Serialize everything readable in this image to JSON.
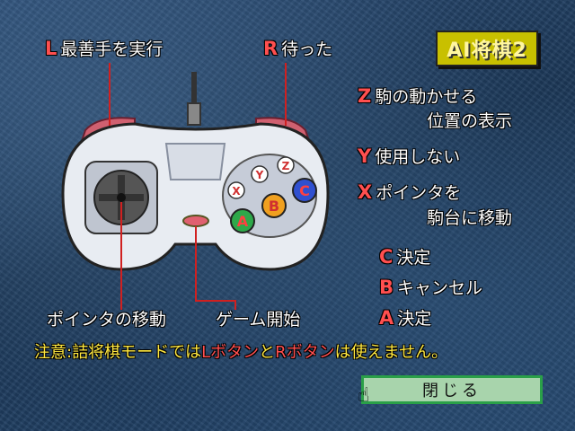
{
  "logo": {
    "text": "AI将棋2"
  },
  "top_labels": {
    "l": {
      "key": "L",
      "text": "最善手を実行"
    },
    "r": {
      "key": "R",
      "text": "待った"
    }
  },
  "right_labels": {
    "z": {
      "key": "Z",
      "line1": "駒の動かせる",
      "line2": "位置の表示"
    },
    "y": {
      "key": "Y",
      "text": "使用しない"
    },
    "x": {
      "key": "X",
      "line1": "ポインタを",
      "line2": "駒台に移動"
    },
    "c": {
      "key": "C",
      "text": "決定"
    },
    "b": {
      "key": "B",
      "text": "キャンセル"
    },
    "a": {
      "key": "A",
      "text": "決定"
    }
  },
  "bottom_labels": {
    "dpad": "ポインタの移動",
    "start": "ゲーム開始"
  },
  "note": {
    "prefix": "注意:詰将棋モードでは",
    "l_button": "Lボタン",
    "and": "と",
    "r_button": "Rボタン",
    "suffix": "は使えません。"
  },
  "buttons": {
    "x": "X",
    "y": "Y",
    "z": "Z",
    "a": "A",
    "b": "B",
    "c": "C"
  },
  "close_button": {
    "label": "閉じる"
  },
  "colors": {
    "key_red": "#ff4f4f",
    "note_yellow": "#ffe840",
    "button_a": "#2ea84a",
    "button_b": "#f0a020",
    "button_c": "#3050d0",
    "button_xyz": "#ffffff"
  }
}
